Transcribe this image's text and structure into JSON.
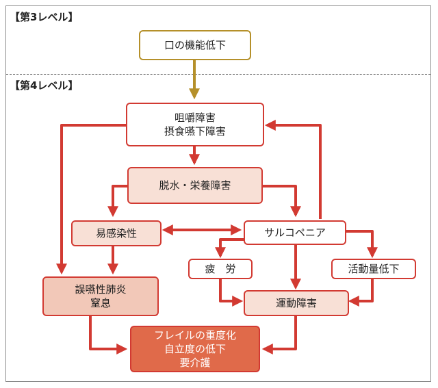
{
  "levels": {
    "level3": "【第3レベル】",
    "level4": "【第4レベル】"
  },
  "nodes": {
    "oral_decline": "口の機能低下",
    "chewing": [
      "咀嚼障害",
      "摂食嚥下障害"
    ],
    "dehydration": "脱水・栄養障害",
    "infection": "易感染性",
    "sarcopenia": "サルコペニア",
    "fatigue": "疲　労",
    "activity": "活動量低下",
    "pneumonia": [
      "誤嚥性肺炎",
      "窒息"
    ],
    "motor": "運動障害",
    "frailty": [
      "フレイルの重度化",
      "自立度の低下",
      "要介護"
    ]
  },
  "colors": {
    "arrow_red": "#d23a32",
    "arrow_gold": "#b5902a",
    "fill_light": "#f8e0d6",
    "fill_mid": "#f2c8b8",
    "fill_dark": "#e06a4a"
  }
}
